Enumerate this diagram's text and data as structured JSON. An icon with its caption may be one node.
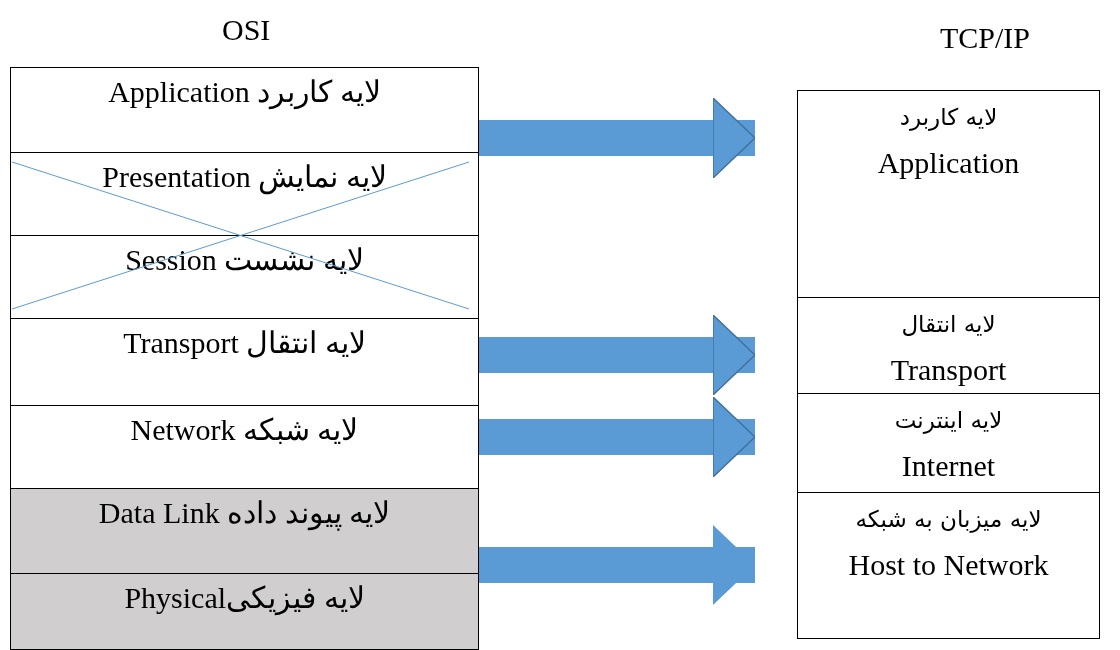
{
  "diagram": {
    "nodes": [
      {
        "text": [
          "لایه کاربرد Application"
        ]
      },
      {
        "text": [
          "لایه نمایش Presentation"
        ]
      },
      {
        "text": [
          "لایه نشست Session"
        ]
      },
      {
        "text": [
          "لایه انتقال Transport"
        ]
      },
      {
        "text": [
          "لایه شبکه Network"
        ]
      },
      {
        "text": [
          "لایه پیوند داده Data Link"
        ]
      },
      {
        "text": [
          "لایه فیزیکیPhysical"
        ]
      },
      {
        "text": [
          "لایه کاربرد",
          "Application"
        ]
      },
      {
        "text": [
          "لایه انتقال",
          "Transport"
        ]
      },
      {
        "text": [
          "لایه اینترنت",
          "Internet"
        ]
      },
      {
        "text": [
          "لایه میزبان به شبکه",
          "Host to Network"
        ]
      }
    ],
    "edges": [
      {
        "from": 0,
        "to": 7,
        "arrow": "to"
      },
      {
        "from": 3,
        "to": 8,
        "arrow": "to"
      },
      {
        "from": 4,
        "to": 9,
        "arrow": "to"
      },
      {
        "from": 5,
        "to": 10,
        "arrow": "to"
      },
      {
        "from": 6,
        "to": 10,
        "arrow": "to"
      }
    ],
    "labels": [
      "OSI",
      "TCP/IP"
    ]
  }
}
